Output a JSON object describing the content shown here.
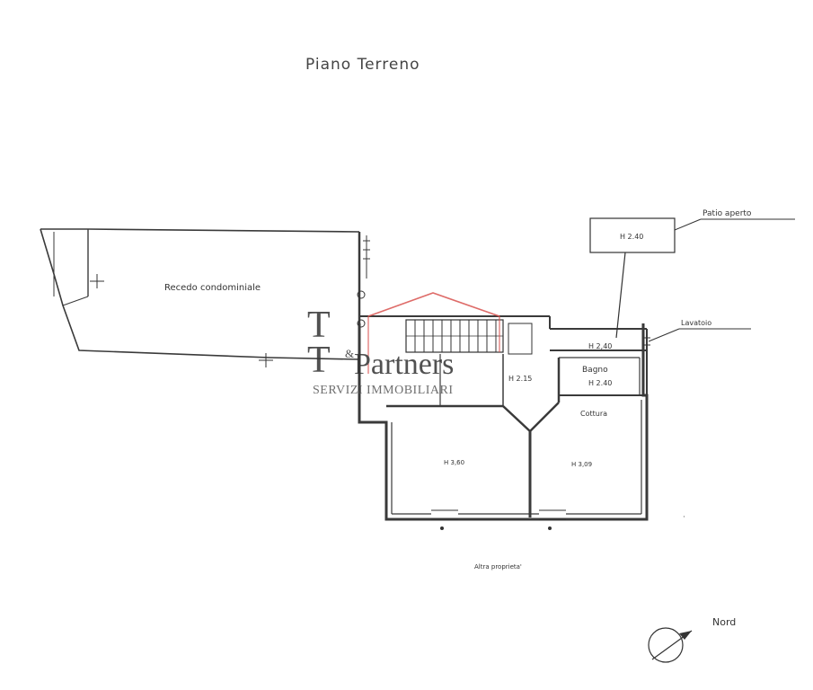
{
  "title": "Piano Terreno",
  "rooms": {
    "courtyard": "Recedo condominiale",
    "h_porch": "H 2,40",
    "h_small1": "H 2.40",
    "bathroom": "Bagno",
    "h_bathroom": "H 2.40",
    "h_hall": "H 2.15",
    "kitchen": "Cottura",
    "h_left_room": "H 3,60",
    "h_right_room": "H 3,09"
  },
  "callouts": {
    "porch": "Patio aperto",
    "laundry": "Lavatoio"
  },
  "bottom_note": "Altra proprieta'",
  "north_label": "Nord",
  "watermark": {
    "logo_letters": [
      "T",
      "&",
      "T"
    ],
    "name": "Partners",
    "subtitle": "SERVIZI IMMOBILIARI",
    "accent_color": "#d9534f",
    "text_color": "#333333"
  }
}
